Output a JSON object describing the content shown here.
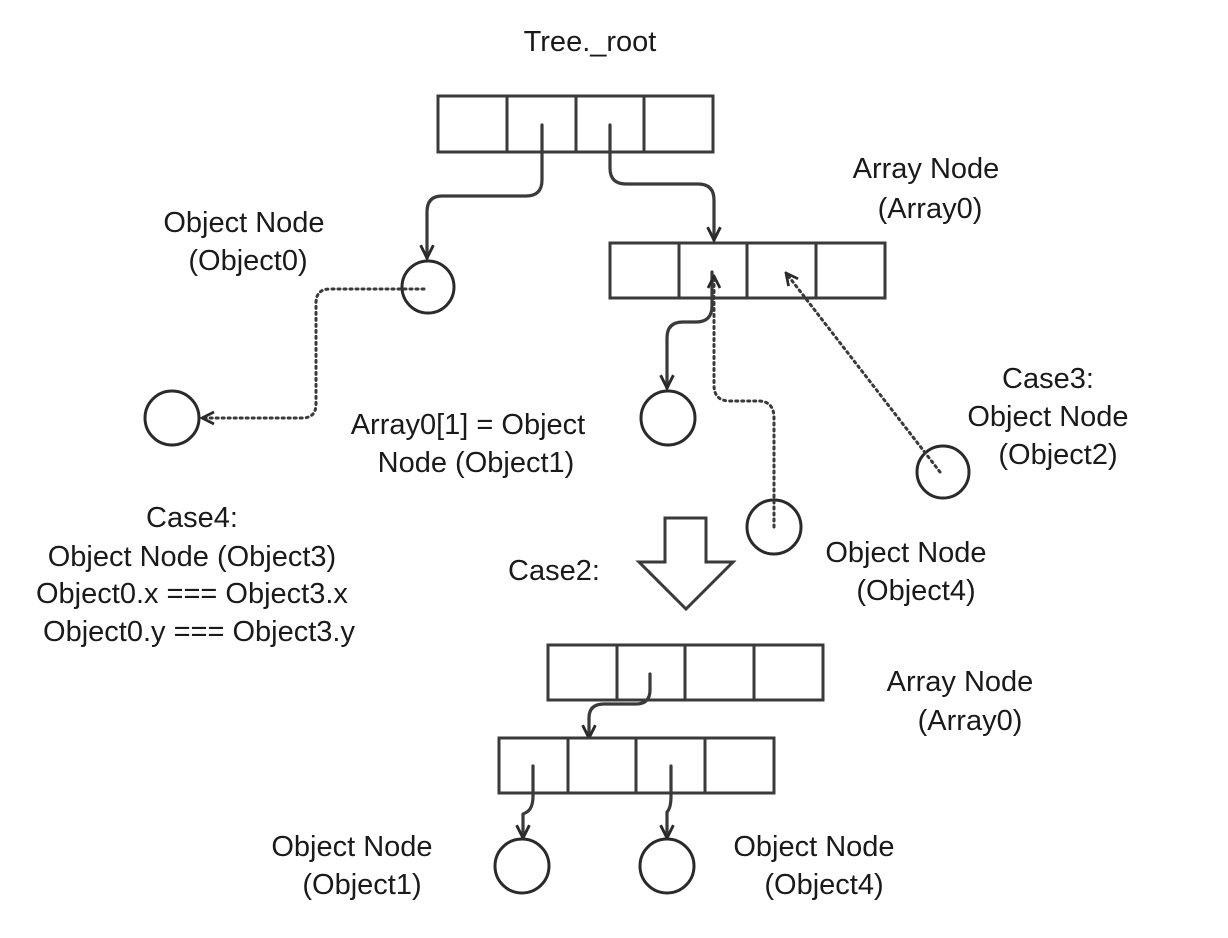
{
  "labels": {
    "tree_root": "Tree._root",
    "object0": [
      "Object Node",
      "(Object0)"
    ],
    "array0_top": [
      "Array Node",
      "(Array0)"
    ],
    "array0_index": [
      "Array0[1] = Object",
      "Node (Object1)"
    ],
    "case3": [
      "Case3:",
      "Object Node",
      "(Object2)"
    ],
    "case4": [
      "Case4:",
      "Object Node (Object3)",
      "Object0.x === Object3.x",
      "Object0.y === Object3.y"
    ],
    "case2": "Case2:",
    "object4_top": [
      "Object Node",
      "(Object4)"
    ],
    "array0_bottom": [
      "Array Node",
      "(Array0)"
    ],
    "object1_bottom": [
      "Object Node",
      "(Object1)"
    ],
    "object4_bottom": [
      "Object Node",
      "(Object4)"
    ]
  },
  "arrays": {
    "tree_root_cells": 4,
    "array0_cells": 4,
    "bottom_upper_cells": 4,
    "bottom_lower_cells": 4
  }
}
